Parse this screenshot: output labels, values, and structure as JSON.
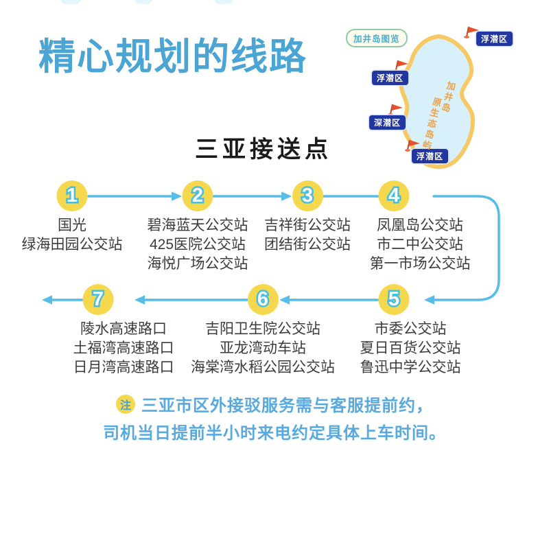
{
  "title": "精心规划的线路",
  "subtitle": "三亚接送点",
  "island_map": {
    "caption": "加井岛图览",
    "island_name": "加井岛",
    "island_desc": "原生态岛屿",
    "markers": [
      {
        "label": "浮潜区"
      },
      {
        "label": "浮潜区"
      },
      {
        "label": "深潜区"
      },
      {
        "label": "浮潜区"
      }
    ]
  },
  "route": {
    "stops": [
      {
        "number": "1",
        "lines": [
          "国光",
          "绿海田园公交站"
        ]
      },
      {
        "number": "2",
        "lines": [
          "碧海蓝天公交站",
          "425医院公交站",
          "海悦广场公交站"
        ]
      },
      {
        "number": "3",
        "lines": [
          "吉祥街公交站",
          "团结街公交站"
        ]
      },
      {
        "number": "4",
        "lines": [
          "凤凰岛公交站",
          "市二中公交站",
          "第一市场公交站"
        ]
      },
      {
        "number": "5",
        "lines": [
          "市委公交站",
          "夏日百货公交站",
          "鲁迅中学公交站"
        ]
      },
      {
        "number": "6",
        "lines": [
          "吉阳卫生院公交站",
          "亚龙湾动车站",
          "海棠湾水稻公园公交站"
        ]
      },
      {
        "number": "7",
        "lines": [
          "陵水高速路口",
          "土福湾高速路口",
          "日月湾高速路口"
        ]
      }
    ]
  },
  "note": {
    "badge": "注",
    "line1": "三亚市区外接驳服务需与客服提前约，",
    "line2": "司机当日提前半小时来电约定具体上车时间。"
  },
  "colors": {
    "title_blue": "#4ba5d4",
    "line_blue": "#56bce8",
    "circle_yellow": "#f6d84f",
    "number_outline_blue": "#45bee4",
    "badge_navy": "#2236a0",
    "island_outline": "#f6c964",
    "island_fill": "#d8f0fa",
    "island_text_orange": "#f0a145",
    "flag_red": "#e8512e",
    "note_blue": "#58a9de",
    "station_text": "#3b3b3b"
  }
}
